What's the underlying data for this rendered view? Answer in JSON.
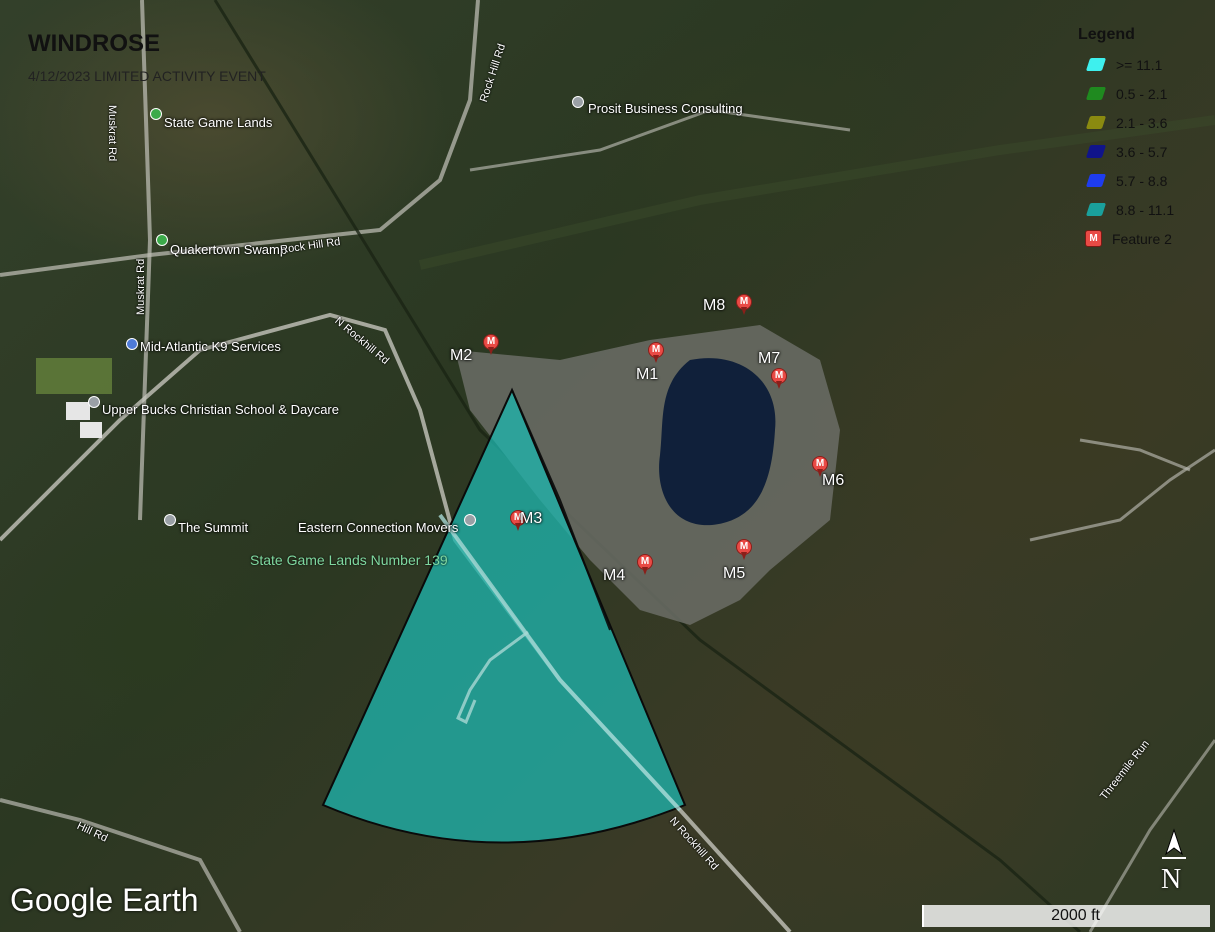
{
  "title": "WINDROSE",
  "subtitle": "4/12/2023 LIMITED ACTIVITY EVENT",
  "legend": {
    "title": "Legend",
    "items": [
      {
        "label": ">= 11.1",
        "color": "#3ef0ee"
      },
      {
        "label": "0.5 - 2.1",
        "color": "#1f8a1f"
      },
      {
        "label": "2.1 - 3.6",
        "color": "#8a8a10"
      },
      {
        "label": "3.6 - 5.7",
        "color": "#10148a"
      },
      {
        "label": "5.7 - 8.8",
        "color": "#1e3cf0"
      },
      {
        "label": "8.8 - 11.1",
        "color": "#1aa09c"
      }
    ],
    "feature_label": "Feature 2",
    "feature_icon_letter": "M"
  },
  "wind_sector_color": "#1fb3ac",
  "markers": [
    {
      "id": "M1",
      "label": "M1"
    },
    {
      "id": "M2",
      "label": "M2"
    },
    {
      "id": "M3",
      "label": "M3"
    },
    {
      "id": "M4",
      "label": "M4"
    },
    {
      "id": "M5",
      "label": "M5"
    },
    {
      "id": "M6",
      "label": "M6"
    },
    {
      "id": "M7",
      "label": "M7"
    },
    {
      "id": "M8",
      "label": "M8"
    }
  ],
  "places": {
    "prosit": "Prosit Business Consulting",
    "game_lands": "State Game Lands",
    "quakertown": "Quakertown Swamp",
    "k9": "Mid-Atlantic K9 Services",
    "school": "Upper Bucks Christian School & Daycare",
    "summit": "The Summit",
    "movers": "Eastern Connection Movers",
    "game_lands_139": "State Game Lands Number 139"
  },
  "roads": {
    "muskrat_top": "Muskrat Rd",
    "muskrat_mid": "Muskrat Rd",
    "rock_hill": "Rock Hill Rd",
    "rock_hill_2": "Rock Hill Rd",
    "n_rockhill_top": "N Rockhill Rd",
    "n_rockhill_bottom": "N Rockhill Rd",
    "hill_rd": "Hill Rd",
    "threemile": "Threemile Run"
  },
  "north_letter": "N",
  "scale": "2000 ft",
  "attribution": "Google Earth"
}
